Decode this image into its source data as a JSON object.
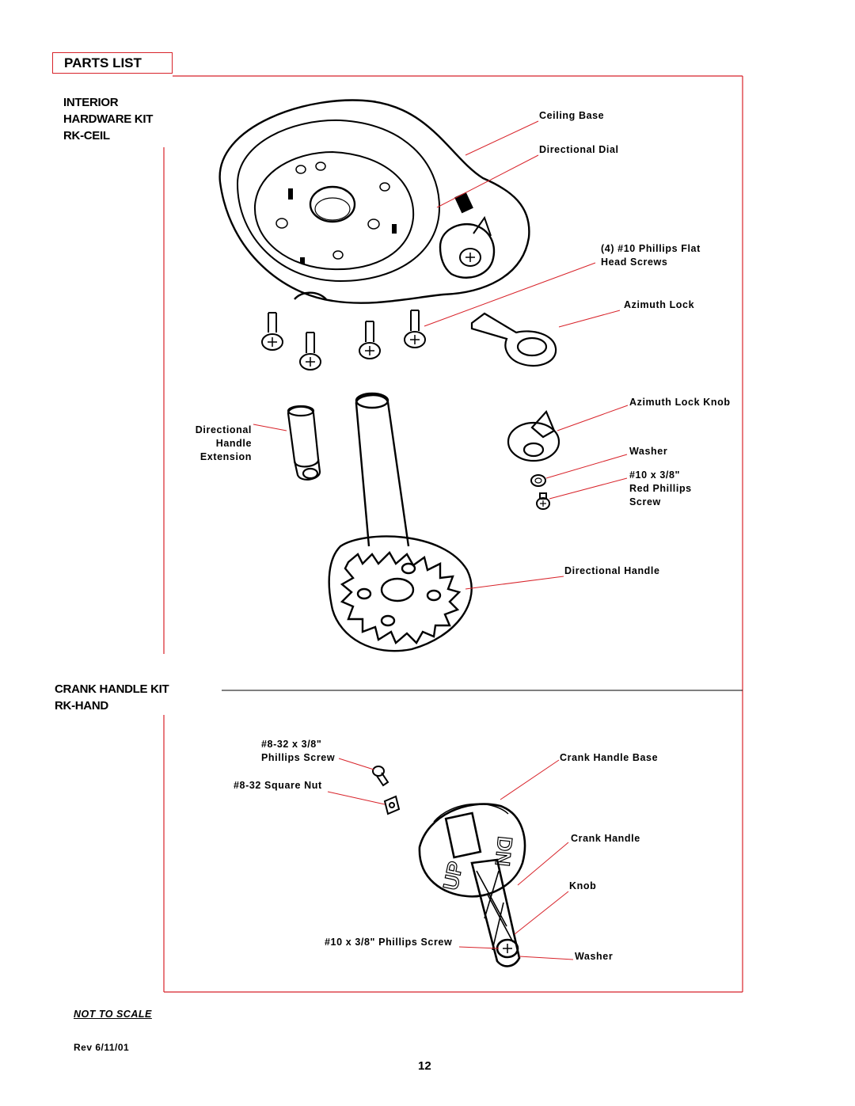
{
  "page_title": "PARTS LIST",
  "sections": {
    "interior": {
      "line1": "INTERIOR",
      "line2": "HARDWARE KIT",
      "line3": "RK-CEIL"
    },
    "crank": {
      "line1": "CRANK HANDLE KIT",
      "line2": "RK-HAND"
    }
  },
  "labels": {
    "ceiling_base": "Ceiling Base",
    "directional_dial": "Directional Dial",
    "screws_line1": "(4) #10 Phillips Flat",
    "screws_line2": "Head Screws",
    "azimuth_lock": "Azimuth Lock",
    "azimuth_lock_knob": "Azimuth Lock Knob",
    "dir_ext_line1": "Directional",
    "dir_ext_line2": "Handle",
    "dir_ext_line3": "Extension",
    "washer": "Washer",
    "red_screw_line1": "#10 x 3/8\"",
    "red_screw_line2": "Red Phillips",
    "red_screw_line3": "Screw",
    "directional_handle": "Directional Handle",
    "phillips_832_line1": "#8-32 x 3/8\"",
    "phillips_832_line2": "Phillips Screw",
    "square_nut": "#8-32 Square Nut",
    "crank_handle_base": "Crank Handle Base",
    "crank_handle": "Crank Handle",
    "knob": "Knob",
    "phillips_10": "#10 x 3/8\" Phillips Screw",
    "washer2": "Washer"
  },
  "dial_text": {
    "up": "UP",
    "dn": "DN"
  },
  "footer": {
    "not_to_scale": "NOT TO SCALE",
    "revision": "Rev 6/11/01",
    "page_number": "12"
  },
  "colors": {
    "frame": "#d8232a",
    "ink": "#000000"
  }
}
